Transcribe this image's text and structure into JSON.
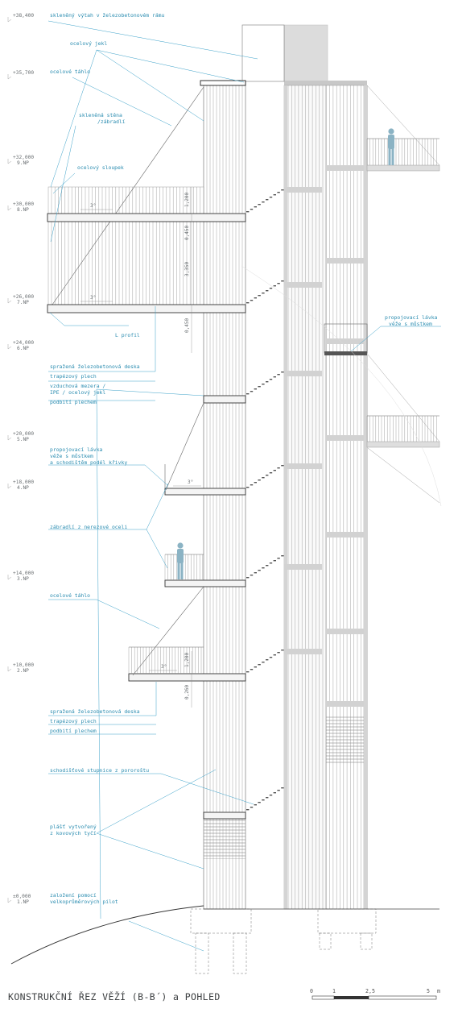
{
  "levels": [
    {
      "value": "+38,400",
      "floor": ""
    },
    {
      "value": "+35,700",
      "floor": ""
    },
    {
      "value": "+32,000",
      "floor": "9.NP"
    },
    {
      "value": "+30,000",
      "floor": "8.NP"
    },
    {
      "value": "+26,000",
      "floor": "7.NP"
    },
    {
      "value": "+24,000",
      "floor": "6.NP"
    },
    {
      "value": "+20,000",
      "floor": "5.NP"
    },
    {
      "value": "+18,000",
      "floor": "4.NP"
    },
    {
      "value": "+14,000",
      "floor": "3.NP"
    },
    {
      "value": "+10,000",
      "floor": "2.NP"
    },
    {
      "value": "±0,000",
      "floor": "1.NP"
    }
  ],
  "annotations": {
    "glass_lift": "skleněný výtah v železobetonovém rámu",
    "steel_jekl": "ocelový jekl",
    "steel_rod_top": "ocelové táhlo",
    "glass_wall_1": "skleněná stěna",
    "glass_wall_2": "/zábradlí",
    "steel_column": "ocelový sloupek",
    "l_profile": "L profil",
    "composite_slab_1": "spražená železobetonová deska",
    "trapezoid_sheet_1": "trapézový plech",
    "air_gap_1": "vzduchová mezera /",
    "air_gap_2": "IPE / ocelový jekl",
    "underside_1": "podbití plechem",
    "bridge_stairs_1": "propojovací lávka",
    "bridge_stairs_2": "věže s můstkem",
    "bridge_stairs_3": "a schodištěm podél křivky",
    "railing": "zábradlí z nerezové oceli",
    "steel_rod_low": "ocelové táhlo",
    "composite_slab_2": "spražená železobetonová deska",
    "trapezoid_sheet_2": "trapézový plech",
    "underside_2": "podbití plechem",
    "stair_treads": "schodišťové stupnice z pororoštu",
    "cladding_1": "plášť vytvořený",
    "cladding_2": "z kovových tyčí",
    "foundation_1": "založení pomocí",
    "foundation_2": "velkoprůměrových pilot",
    "bridge_right_1": "propojovací lávka",
    "bridge_right_2": "věže s můstkem"
  },
  "dimensions": {
    "d1": "1,200",
    "d2": "0,450",
    "d3": "3,350",
    "d4": "0,450",
    "d5": "1,200",
    "d6": "0,260"
  },
  "slopes": {
    "s1": "3°",
    "s2": "3°",
    "s3": "3°",
    "s4": "3°"
  },
  "title": "KONSTRUKČNÍ ŘEZ VĚŽÍ (B-B´) a POHLED",
  "scale_bar": {
    "ticks": [
      "0",
      "1",
      "2,5",
      "5",
      "m"
    ]
  }
}
